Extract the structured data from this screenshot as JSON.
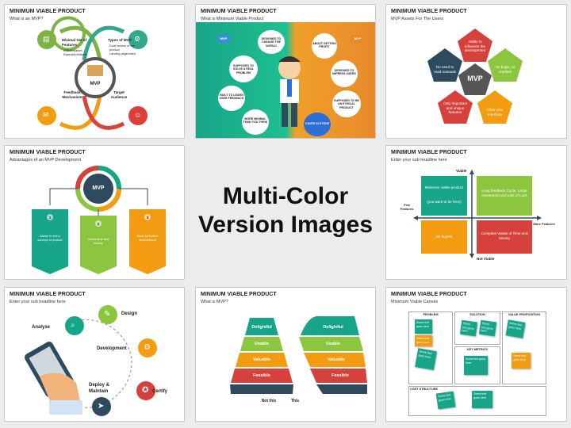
{
  "center_title": {
    "line1": "Multi-Color",
    "line2": "Version Images"
  },
  "s1": {
    "title": "MINIMUM VIABLE PRODUCT",
    "subtitle": "What is an MVP?",
    "center": "MVP",
    "minimal_title": "Minimal Set of Features",
    "minimal_items": [
      "Differentiators",
      "Essential features"
    ],
    "types_title": "Types of MVP",
    "types_items": [
      "Dual version of the product",
      "Landing page/video"
    ],
    "feedback": "Feedback Mechanism",
    "target": "Target Audience",
    "colors": {
      "green": "#7cb342",
      "teal": "#2fa88c",
      "orange": "#f39c12",
      "red": "#d9413a"
    }
  },
  "s2": {
    "title": "MINIMUM VIABLE PRODUCT",
    "subtitle": "What is Minimum Viable Product",
    "mvp_badge": "MVP",
    "bubbles": [
      "DESIGNED TO CHANGE THE WORLD",
      "SUPPOSED TO SOLVE A REAL PROBLEM",
      "BUILT TO LEARN USER FEEDBACK",
      "MORE MINIMAL THAN YOU THINK",
      "ABOUT GETTING PROFIT",
      "DESIGNED TO IMPRESS USERS",
      "SUPPOSED TO BE AN ETHICAL PRODUCT",
      "CAVED IN STONE"
    ],
    "colors": {
      "left": "#17a589",
      "right": "#f0a02a"
    }
  },
  "s3": {
    "title": "MINIMUM VIABLE PRODUCT",
    "subtitle": "MVP Assets For The Users",
    "center": "MVP",
    "petals": [
      {
        "label": "Ability to influence the development",
        "color": "#d6413b"
      },
      {
        "label": "No bugs, no crashes",
        "color": "#8cc63f"
      },
      {
        "label": "Clear user interface",
        "color": "#f39c12"
      },
      {
        "label": "Only important and unique features",
        "color": "#d6413b"
      },
      {
        "label": "No need to read manuals",
        "color": "#2d4a5e"
      }
    ]
  },
  "s4": {
    "title": "MINIMUM VIABLE PRODUCT",
    "subtitle": "Advantages of an MVP Development",
    "center": "MVP",
    "columns": [
      {
        "num": "1",
        "text": "Allows to test a concept of product",
        "color": "#17a589"
      },
      {
        "num": "2",
        "text": "Saves time and money",
        "color": "#8cc63f"
      },
      {
        "num": "3",
        "text": "Basis for further development",
        "color": "#f39c12"
      }
    ]
  },
  "s5": {
    "title": "MINIMUM VIABLE PRODUCT",
    "subtitle": "Enter your sub headline here",
    "y_top": "Viable",
    "y_bottom": "Not Viable",
    "x_left": "Few Features",
    "x_right": "More Features",
    "q1": "Minimum viable product",
    "q1b": "(you want to be here)",
    "q2": "Long feedback Cycle, Large Investment and Lots of Luck",
    "q3": "No buyers",
    "q4": "Complete Waste of Time and Money",
    "colors": {
      "q1": "#17a589",
      "q2": "#8cc63f",
      "q3": "#f39c12",
      "q4": "#d6413b"
    }
  },
  "s6": {
    "title": "MINIMUM VIABLE PRODUCT",
    "subtitle": "Enter your sub headline here",
    "steps": [
      "Analyse",
      "Design",
      "Development",
      "Certify",
      "Deploy & Maintain"
    ],
    "colors": {
      "analyse": "#17a589",
      "design": "#8cc63f",
      "dev": "#f39c12",
      "certify": "#d6413b",
      "deploy": "#2d4a5e"
    }
  },
  "s7": {
    "title": "MINIMUM VIABLE PRODUCT",
    "subtitle": "What is MVP?",
    "layers": [
      "Delightful",
      "Usable",
      "Valuable",
      "Feasible"
    ],
    "layer_colors": [
      "#17a589",
      "#8cc63f",
      "#f39c12",
      "#d6413b"
    ],
    "left_caption": "Not this",
    "right_caption": "This"
  },
  "s8": {
    "title": "MINIMUM VIABLE PRODUCT",
    "subtitle": "Minimum Viable Canvas",
    "sections": [
      "PROBLEM",
      "SOLUTION",
      "VALUE PROPOSITION",
      "KEY METRICS",
      "COST STRUCTURE"
    ],
    "note_text": "Some text goes here"
  }
}
